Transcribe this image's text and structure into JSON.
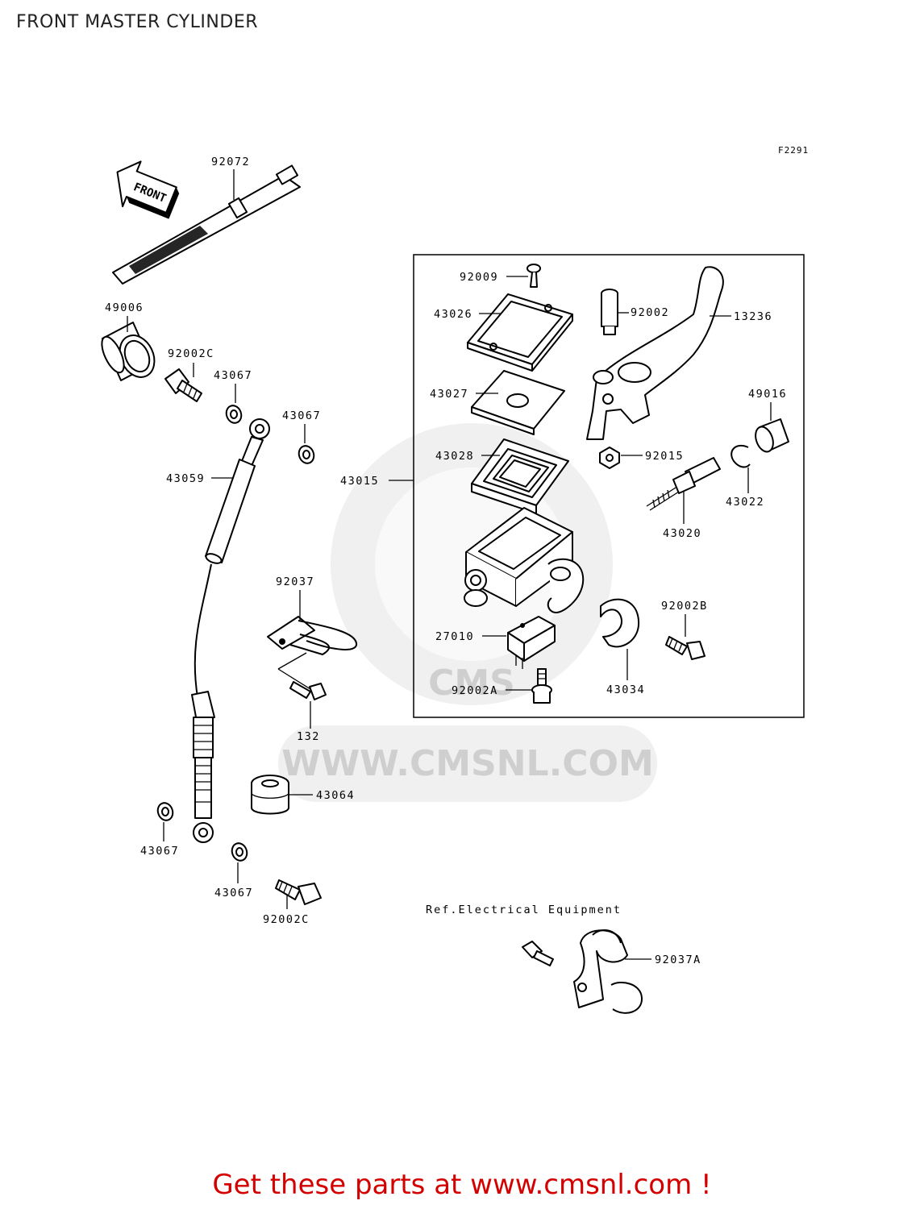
{
  "header": {
    "title": "FRONT MASTER CYLINDER"
  },
  "figure_code": "F2291",
  "front_arrow_text": "FRONT",
  "watermark": {
    "brand": "CMS",
    "url": "WWW.CMSNL.COM"
  },
  "reference_note": "Ref.Electrical Equipment",
  "part_labels": {
    "p92072": "92072",
    "p49006": "49006",
    "p92002C_top": "92002C",
    "p43067_a": "43067",
    "p43067_b": "43067",
    "p43059": "43059",
    "p92037": "92037",
    "p132": "132",
    "p43064": "43064",
    "p43067_c": "43067",
    "p43067_d": "43067",
    "p92002C_bottom": "92002C",
    "p92009": "92009",
    "p43026": "43026",
    "p92002": "92002",
    "p13236": "13236",
    "p43027": "43027",
    "p49016": "49016",
    "p43028": "43028",
    "p92015": "92015",
    "p43015": "43015",
    "p43022": "43022",
    "p43020": "43020",
    "p92002B": "92002B",
    "p27010": "27010",
    "p92002A": "92002A",
    "p43034": "43034",
    "p92037A": "92037A"
  },
  "footer": {
    "cta": "Get these parts at www.cmsnl.com !",
    "cta_color": "#d40000"
  }
}
